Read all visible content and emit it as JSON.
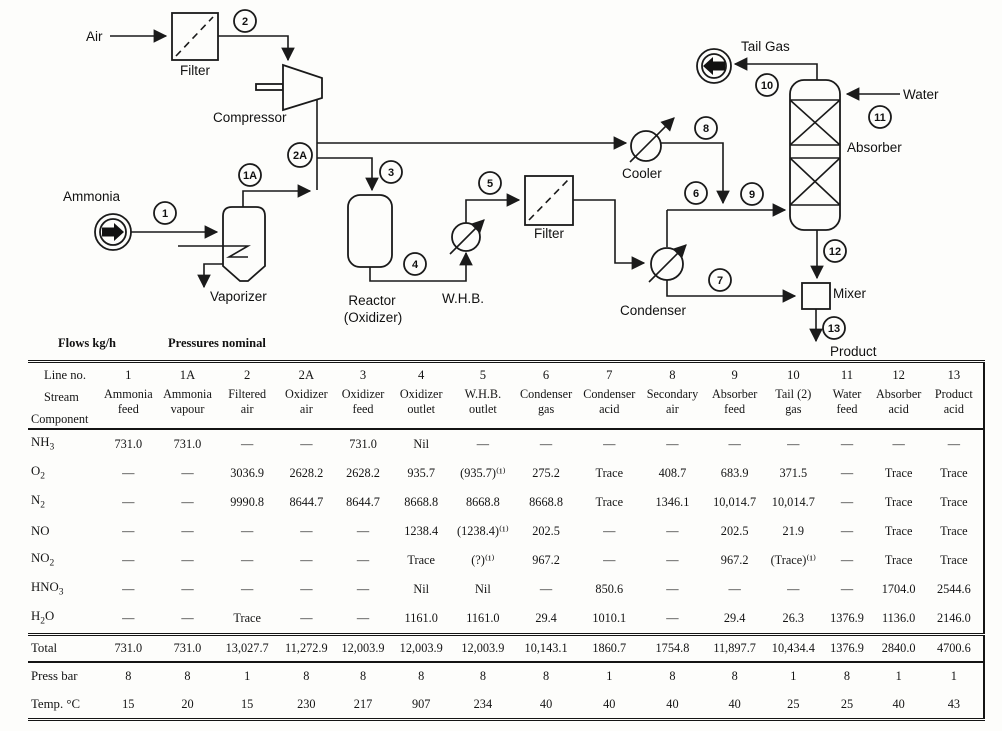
{
  "diagram": {
    "captions": {
      "flows": "Flows kg/h",
      "pressures": "Pressures nominal"
    },
    "labels": {
      "air": "Air",
      "filter1": "Filter",
      "compressor": "Compressor",
      "ammonia": "Ammonia",
      "vaporizer": "Vaporizer",
      "reactor_line1": "Reactor",
      "reactor_line2": "(Oxidizer)",
      "whb": "W.H.B.",
      "filter2": "Filter",
      "cooler": "Cooler",
      "condenser": "Condenser",
      "absorber": "Absorber",
      "mixer": "Mixer",
      "tail_gas": "Tail Gas",
      "water": "Water",
      "product": "Product"
    },
    "streams": {
      "s1": "1",
      "s1a": "1A",
      "s2": "2",
      "s2a": "2A",
      "s3": "3",
      "s4": "4",
      "s5": "5",
      "s6": "6",
      "s7": "7",
      "s8": "8",
      "s9": "9",
      "s10": "10",
      "s11": "11",
      "s12": "12",
      "s13": "13"
    }
  },
  "table": {
    "corner": [
      "Line no.",
      "Stream",
      "Component"
    ],
    "columns": [
      {
        "no": "1",
        "name": [
          "Ammonia",
          "feed"
        ]
      },
      {
        "no": "1A",
        "name": [
          "Ammonia",
          "vapour"
        ]
      },
      {
        "no": "2",
        "name": [
          "Filtered",
          "air"
        ]
      },
      {
        "no": "2A",
        "name": [
          "Oxidizer",
          "air"
        ]
      },
      {
        "no": "3",
        "name": [
          "Oxidizer",
          "feed"
        ]
      },
      {
        "no": "4",
        "name": [
          "Oxidizer",
          "outlet"
        ]
      },
      {
        "no": "5",
        "name": [
          "W.H.B.",
          "outlet"
        ]
      },
      {
        "no": "6",
        "name": [
          "Condenser",
          "gas"
        ]
      },
      {
        "no": "7",
        "name": [
          "Condenser",
          "acid"
        ]
      },
      {
        "no": "8",
        "name": [
          "Secondary",
          "air"
        ]
      },
      {
        "no": "9",
        "name": [
          "Absorber",
          "feed"
        ]
      },
      {
        "no": "10",
        "name": [
          "Tail (2)",
          "gas"
        ]
      },
      {
        "no": "11",
        "name": [
          "Water",
          "feed"
        ]
      },
      {
        "no": "12",
        "name": [
          "Absorber",
          "acid"
        ]
      },
      {
        "no": "13",
        "name": [
          "Product",
          "acid"
        ]
      }
    ],
    "rows": [
      {
        "label": {
          "pre": "NH",
          "sub": "3"
        },
        "values": [
          "731.0",
          "731.0",
          "—",
          "—",
          "731.0",
          "Nil",
          "—",
          "—",
          "—",
          "—",
          "—",
          "—",
          "—",
          "—",
          "—"
        ]
      },
      {
        "label": {
          "pre": "O",
          "sub": "2"
        },
        "values": [
          "—",
          "—",
          "3036.9",
          "2628.2",
          "2628.2",
          "935.7",
          "(935.7)⁽¹⁾",
          "275.2",
          "Trace",
          "408.7",
          "683.9",
          "371.5",
          "—",
          "Trace",
          "Trace"
        ]
      },
      {
        "label": {
          "pre": "N",
          "sub": "2"
        },
        "values": [
          "—",
          "—",
          "9990.8",
          "8644.7",
          "8644.7",
          "8668.8",
          "8668.8",
          "8668.8",
          "Trace",
          "1346.1",
          "10,014.7",
          "10,014.7",
          "—",
          "Trace",
          "Trace"
        ]
      },
      {
        "label": {
          "pre": "NO"
        },
        "values": [
          "—",
          "—",
          "—",
          "—",
          "—",
          "1238.4",
          "(1238.4)⁽¹⁾",
          "202.5",
          "—",
          "—",
          "202.5",
          "21.9",
          "—",
          "Trace",
          "Trace"
        ]
      },
      {
        "label": {
          "pre": "NO",
          "sub": "2"
        },
        "values": [
          "—",
          "—",
          "—",
          "—",
          "—",
          "Trace",
          "(?)⁽¹⁾",
          "967.2",
          "—",
          "—",
          "967.2",
          "(Trace)⁽¹⁾",
          "—",
          "Trace",
          "Trace"
        ]
      },
      {
        "label": {
          "pre": "HNO",
          "sub": "3"
        },
        "values": [
          "—",
          "—",
          "—",
          "—",
          "—",
          "Nil",
          "Nil",
          "—",
          "850.6",
          "—",
          "—",
          "—",
          "—",
          "1704.0",
          "2544.6"
        ]
      },
      {
        "label": {
          "pre": "H",
          "sub": "2",
          "post": "O"
        },
        "values": [
          "—",
          "—",
          "Trace",
          "—",
          "—",
          "1161.0",
          "1161.0",
          "29.4",
          "1010.1",
          "—",
          "29.4",
          "26.3",
          "1376.9",
          "1136.0",
          "2146.0"
        ]
      }
    ],
    "total": {
      "label": "Total",
      "values": [
        "731.0",
        "731.0",
        "13,027.7",
        "11,272.9",
        "12,003.9",
        "12,003.9",
        "12,003.9",
        "10,143.1",
        "1860.7",
        "1754.8",
        "11,897.7",
        "10,434.4",
        "1376.9",
        "2840.0",
        "4700.6"
      ]
    },
    "press": {
      "label": "Press bar",
      "values": [
        "8",
        "8",
        "1",
        "8",
        "8",
        "8",
        "8",
        "8",
        "1",
        "8",
        "8",
        "1",
        "8",
        "1",
        "1"
      ]
    },
    "temp": {
      "label": "Temp. °C",
      "values": [
        "15",
        "20",
        "15",
        "230",
        "217",
        "907",
        "234",
        "40",
        "40",
        "40",
        "40",
        "25",
        "25",
        "40",
        "43"
      ]
    }
  }
}
